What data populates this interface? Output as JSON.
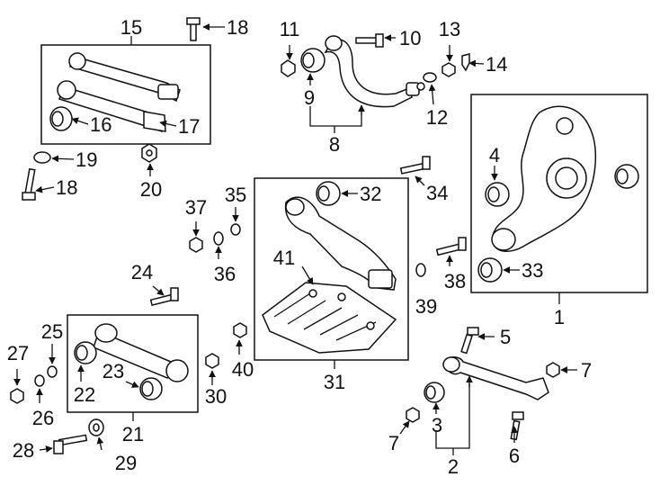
{
  "callouts": {
    "c1": "1",
    "c2": "2",
    "c3": "3",
    "c4": "4",
    "c5": "5",
    "c6": "6",
    "c7a": "7",
    "c7b": "7",
    "c8": "8",
    "c9": "9",
    "c10": "10",
    "c11": "11",
    "c12": "12",
    "c13": "13",
    "c14": "14",
    "c15": "15",
    "c16": "16",
    "c17": "17",
    "c18a": "18",
    "c18b": "18",
    "c19": "19",
    "c20": "20",
    "c21": "21",
    "c22": "22",
    "c23": "23",
    "c24": "24",
    "c25": "25",
    "c26": "26",
    "c27": "27",
    "c28": "28",
    "c29": "29",
    "c30": "30",
    "c31": "31",
    "c32": "32",
    "c33": "33",
    "c34": "34",
    "c35": "35",
    "c36": "36",
    "c37": "37",
    "c38": "38",
    "c39": "39",
    "c40": "40",
    "c41": "41"
  }
}
